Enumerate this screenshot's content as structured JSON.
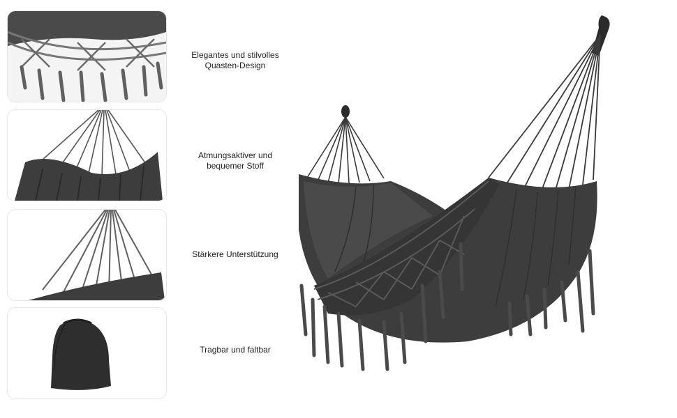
{
  "features": [
    {
      "caption": "Elegantes und stilvolles\nQuasten-Design",
      "image": "tassel-detail"
    },
    {
      "caption": "Atmungsaktiver und\nbequemer Stoff",
      "image": "fabric-detail"
    },
    {
      "caption": "Stärkere Unterstützung",
      "image": "rope-detail"
    },
    {
      "caption": "Tragbar und faltbar",
      "image": "carry-bag"
    }
  ],
  "product": {
    "image": "hammock-with-tassels"
  },
  "colors": {
    "fabric": "#3d3d3d",
    "fabric_dark": "#2a2a2a",
    "rope": "#555555",
    "border": "#e6e6e6"
  }
}
